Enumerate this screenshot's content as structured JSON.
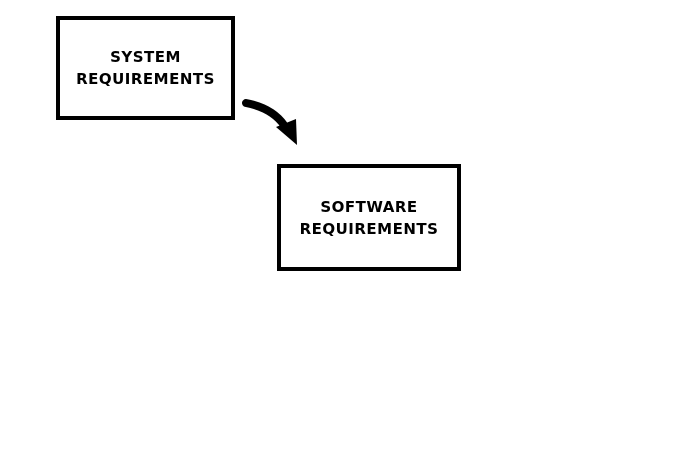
{
  "diagram": {
    "boxes": [
      {
        "lines": [
          "SYSTEM",
          "REQUIREMENTS"
        ]
      },
      {
        "lines": [
          "SOFTWARE",
          "REQUIREMENTS"
        ]
      }
    ],
    "connector": {
      "from": "SYSTEM REQUIREMENTS",
      "to": "SOFTWARE REQUIREMENTS",
      "style": "curved-arrow"
    },
    "colors": {
      "ink": "#000000",
      "background": "#ffffff"
    }
  }
}
